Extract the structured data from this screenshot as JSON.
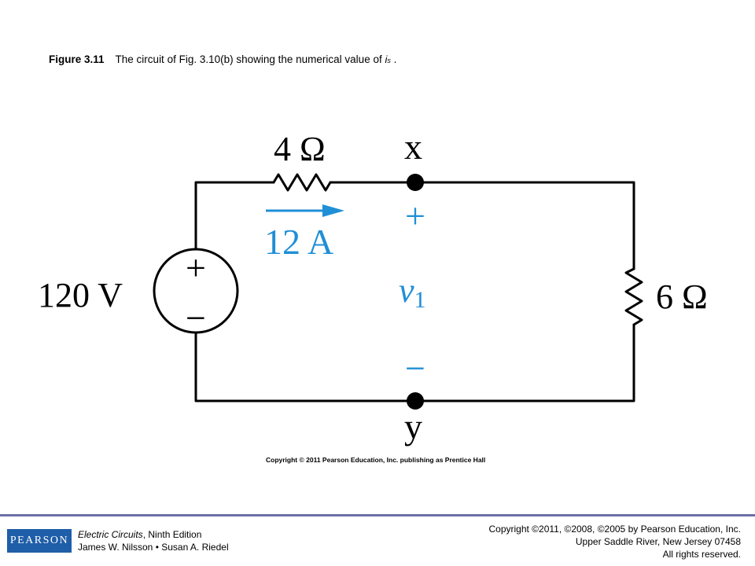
{
  "caption": {
    "label": "Figure 3.11",
    "text": "The circuit of Fig. 3.10(b) showing the numerical value of ",
    "var": "i",
    "var_sub": "s",
    "end": " ."
  },
  "circuit": {
    "resistor_top": "4 Ω",
    "resistor_right": "6 Ω",
    "source": "120 V",
    "source_plus": "+",
    "source_minus": "−",
    "node_top": "x",
    "node_bottom": "y",
    "current": "12 A",
    "v_plus": "+",
    "v_minus": "−",
    "v_var": "v",
    "v_sub": "1"
  },
  "colors": {
    "accent": "#1f8fd6",
    "wire": "#000000"
  },
  "image_copyright": "Copyright © 2011 Pearson Education, Inc. publishing as Prentice Hall",
  "footer": {
    "logo": "PEARSON",
    "book_title": "Electric Circuits",
    "book_edition": ", Ninth Edition",
    "authors": "James W. Nilsson • Susan A. Riedel",
    "rights": [
      "Copyright ©2011, ©2008, ©2005 by Pearson Education, Inc.",
      "Upper Saddle River, New Jersey 07458",
      "All rights reserved."
    ]
  }
}
